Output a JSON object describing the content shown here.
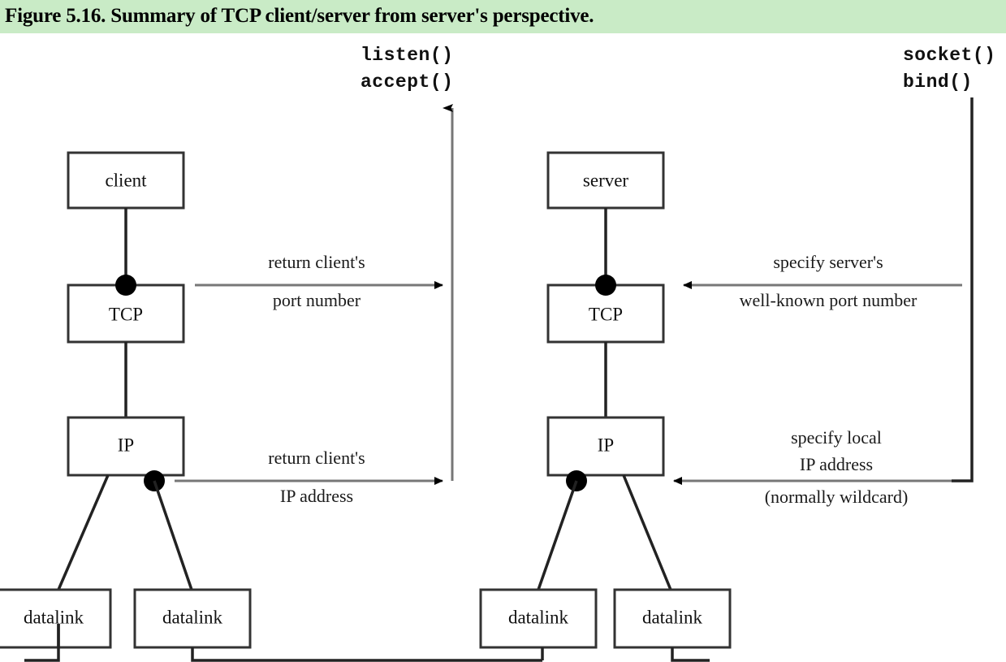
{
  "caption": {
    "text": "Figure 5.16. Summary of TCP client/server from server's perspective."
  },
  "colors": {
    "caption_background": "#c9ebc6",
    "diagram_background": "#ffffff",
    "box_stroke": "#333333",
    "link_stroke": "#222222",
    "arrow_stroke": "#777777",
    "text": "#111111"
  },
  "api_calls": {
    "client_side": {
      "line1": "listen()",
      "line2": "accept()"
    },
    "server_side": {
      "line1": "socket()",
      "line2": "bind()"
    }
  },
  "stacks": {
    "client": {
      "app": "client",
      "transport": "TCP",
      "network": "IP",
      "datalink_left": "datalink",
      "datalink_right": "datalink"
    },
    "server": {
      "app": "server",
      "transport": "TCP",
      "network": "IP",
      "datalink_left": "datalink",
      "datalink_right": "datalink"
    }
  },
  "annotations": {
    "client_port": {
      "line1": "return client's",
      "line2": "port number"
    },
    "server_port": {
      "line1": "specify server's",
      "line2": "well-known port number"
    },
    "client_ip": {
      "line1": "return client's",
      "line2": "IP address"
    },
    "server_ip": {
      "line1": "specify local",
      "line2": "IP address",
      "line3": "(normally wildcard)"
    }
  }
}
